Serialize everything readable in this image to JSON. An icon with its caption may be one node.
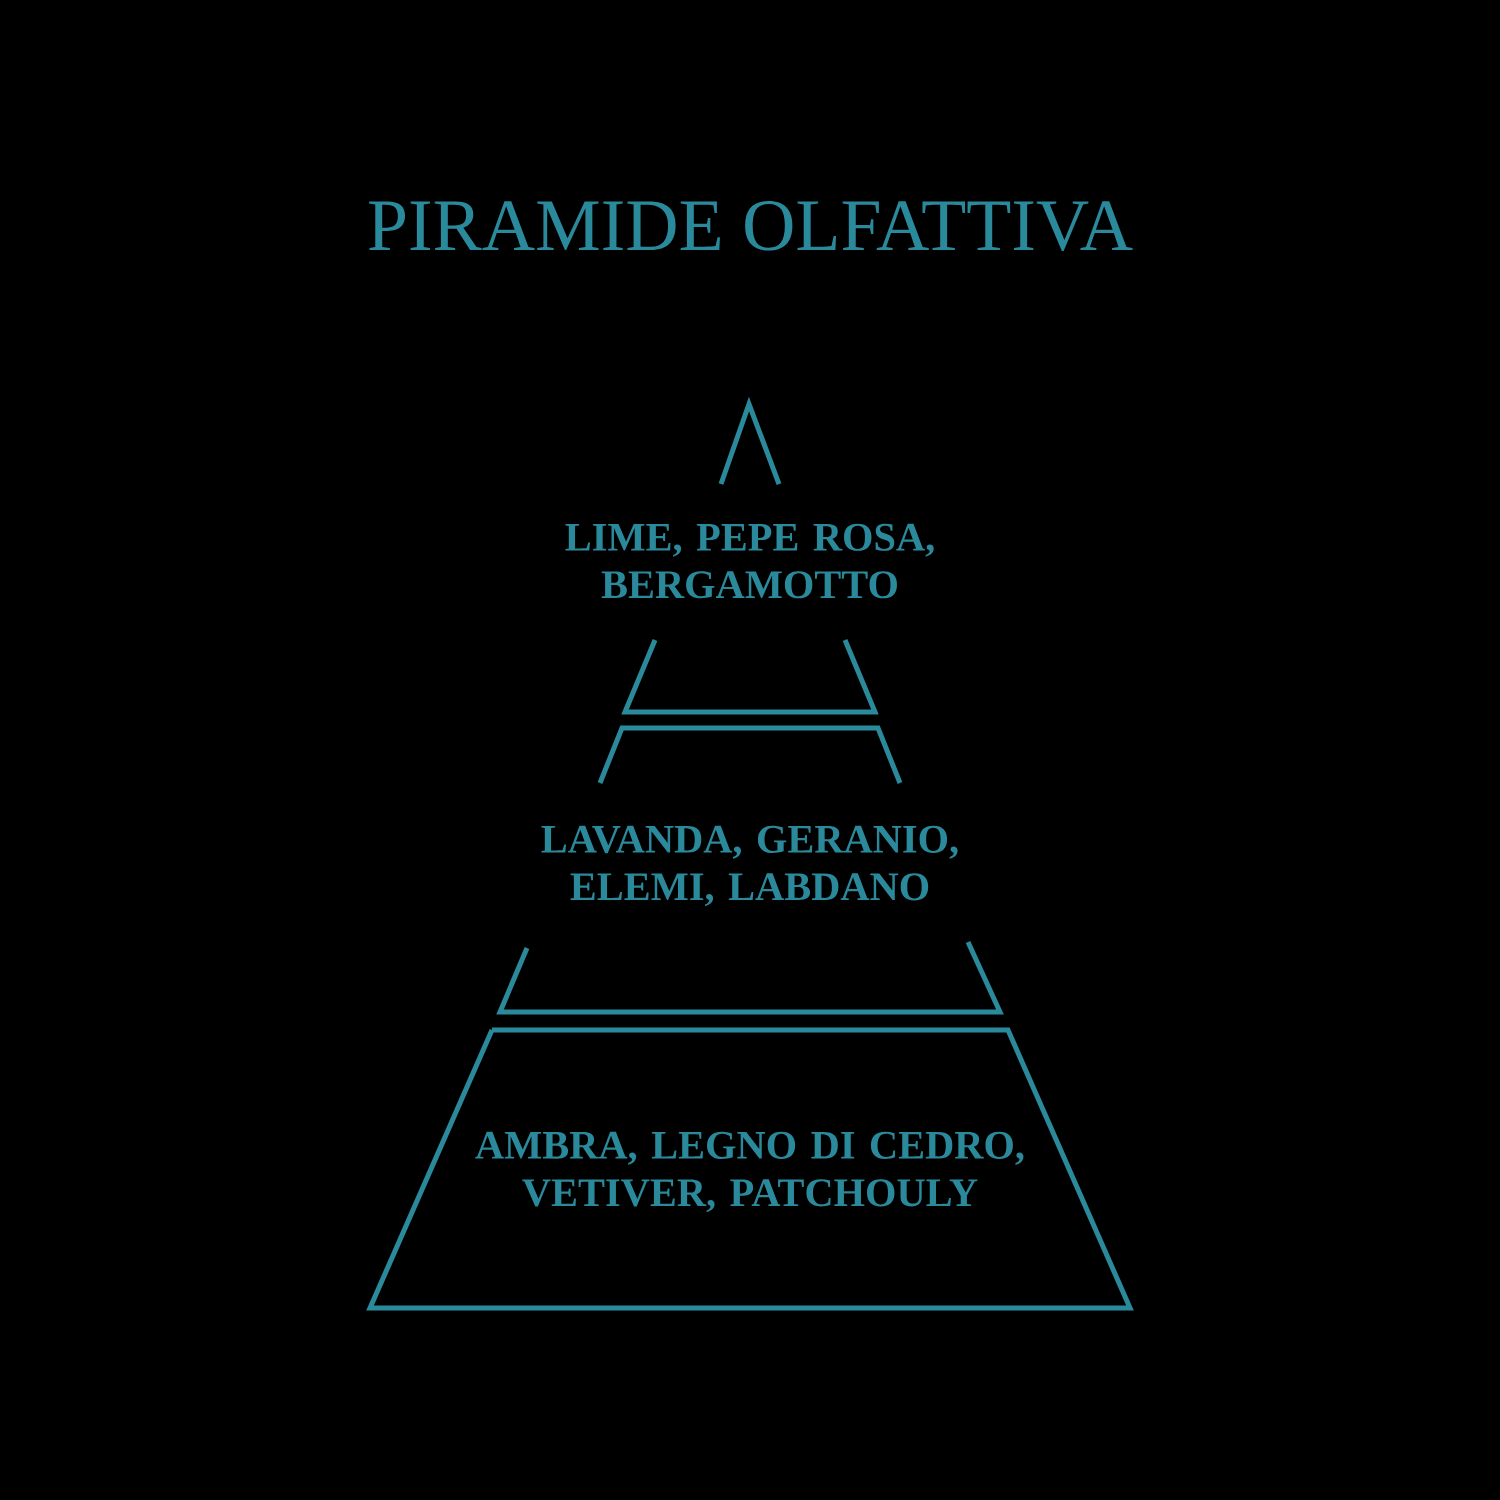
{
  "diagram": {
    "title": "PIRAMIDE OLFATTIVA",
    "nodes": [
      {
        "text": [
          "LIME, PEPE ROSA, BERGAMOTTO"
        ]
      },
      {
        "text": [
          "LAVANDA, GERANIO, ELEMI, LABDANO"
        ]
      },
      {
        "text": [
          "AMBRA, LEGNO DI CEDRO, VETIVER, PATCHOULY"
        ]
      }
    ]
  }
}
